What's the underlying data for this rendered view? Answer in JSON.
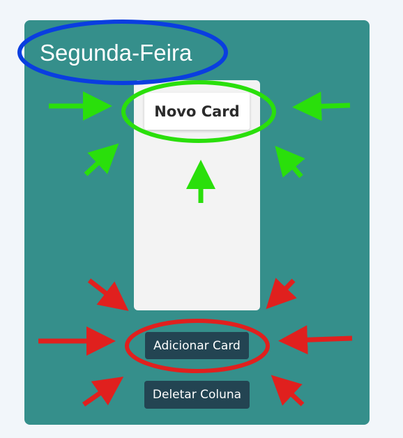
{
  "column": {
    "title": "Segunda-Feira",
    "cards": [
      {
        "label": "Novo Card"
      }
    ],
    "add_card_label": "Adicionar Card",
    "delete_column_label": "Deletar Coluna"
  },
  "colors": {
    "column_bg": "#358f8b",
    "card_list_bg": "#f3f3f3",
    "button_bg": "#234452",
    "highlight_blue": "#0a3ee0",
    "highlight_green": "#2adf0b",
    "highlight_red": "#e0201e"
  }
}
